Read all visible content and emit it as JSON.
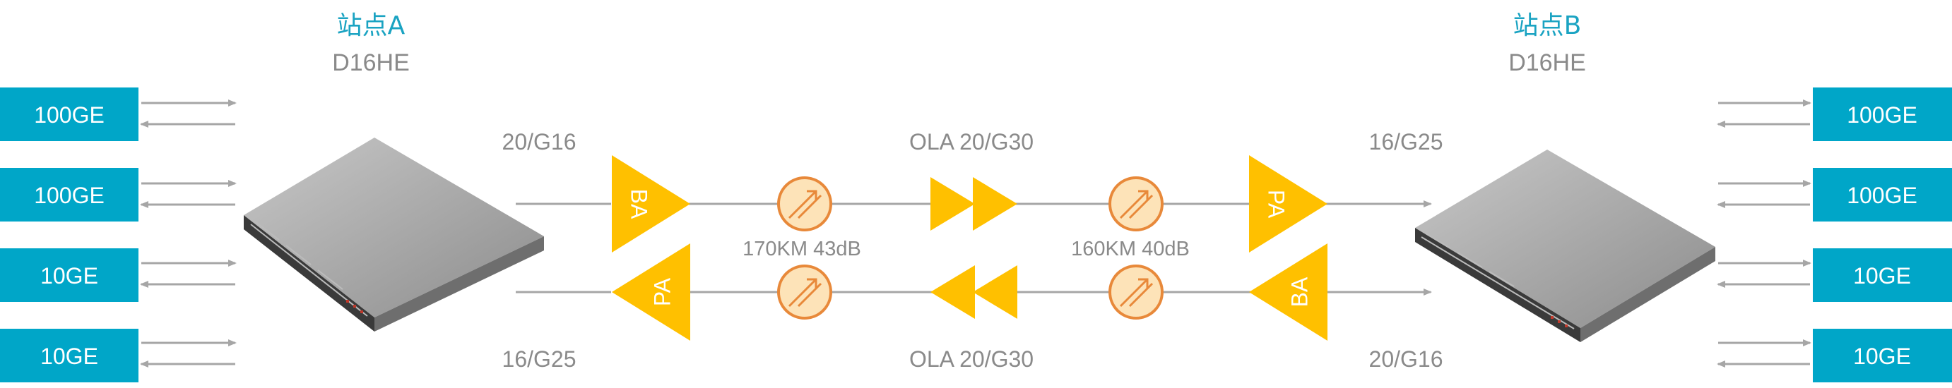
{
  "site_a": {
    "title": "站点A",
    "model": "D16HE"
  },
  "site_b": {
    "title": "站点B",
    "model": "D16HE"
  },
  "ports_left": [
    "100GE",
    "100GE",
    "10GE",
    "10GE"
  ],
  "ports_right": [
    "100GE",
    "100GE",
    "10GE",
    "10GE"
  ],
  "top_labels": {
    "left": "20/G16",
    "middle": "OLA 20/G30",
    "right": "16/G25"
  },
  "bottom_labels": {
    "left": "16/G25",
    "middle": "OLA 20/G30",
    "right": "20/G16"
  },
  "spans": {
    "first": "170KM 43dB",
    "second": "160KM 40dB"
  },
  "amplifiers": {
    "top_left": "BA",
    "top_right": "PA",
    "bottom_left": "PA",
    "bottom_right": "BA"
  },
  "colors": {
    "teal": "#00a6c8",
    "amp": "#ffc000",
    "attenuator": "#f0a050",
    "line": "#a6a6a6",
    "text": "#8a8a8a",
    "title": "#1aa3c2"
  },
  "icons": {
    "attenuator": "attenuator-icon",
    "ola": "ola-amplifier-icon",
    "device": "d16he-device-icon"
  }
}
